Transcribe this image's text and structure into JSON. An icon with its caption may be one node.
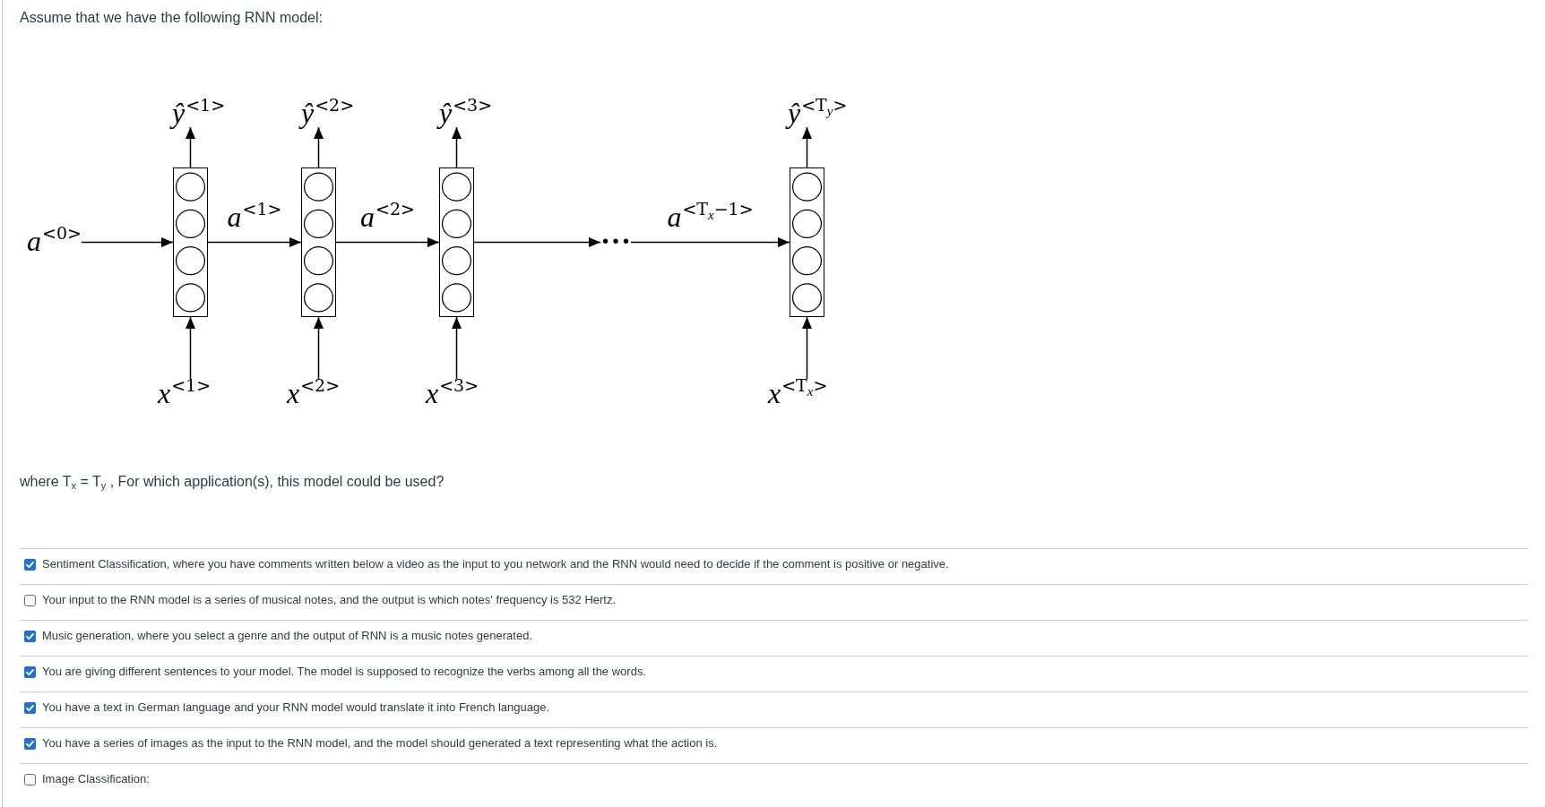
{
  "diagram": {
    "nodes": [
      {
        "text": [
          "ŷ$^{<1>}$"
        ]
      },
      {
        "text": [
          "ŷ$^{<2>}$"
        ]
      },
      {
        "text": [
          "ŷ$^{<3>}$"
        ]
      },
      {
        "text": [
          "ŷ$^{<T}$$_{y}$$^{>}$"
        ]
      },
      {
        "text": [
          "a$^{<0>}$"
        ]
      },
      {
        "text": [],
        "shape": "box"
      },
      {
        "text": [],
        "shape": "box"
      },
      {
        "text": [],
        "shape": "box"
      },
      {
        "text": [
          "…"
        ]
      },
      {
        "text": [],
        "shape": "box"
      },
      {
        "text": [
          "x$^{<1>}$"
        ]
      },
      {
        "text": [
          "x$^{<2>}$"
        ]
      },
      {
        "text": [
          "x$^{<3>}$"
        ]
      },
      {
        "text": [
          "x$^{<T}$$_{x}$$^{>}$"
        ]
      }
    ],
    "edges": [
      {
        "from": 4,
        "to": 5,
        "arrow": "to"
      },
      {
        "from": 5,
        "to": 6,
        "arrow": "to",
        "label": "a$^{<1>}$"
      },
      {
        "from": 6,
        "to": 7,
        "arrow": "to",
        "label": "a$^{<2>}$"
      },
      {
        "from": 7,
        "to": 8,
        "arrow": "to"
      },
      {
        "from": 8,
        "to": 9,
        "arrow": "to",
        "label": "a$^{<T}$$_{x}$$^{−1>}$"
      },
      {
        "from": 5,
        "to": 0,
        "arrow": "to"
      },
      {
        "from": 6,
        "to": 1,
        "arrow": "to"
      },
      {
        "from": 7,
        "to": 2,
        "arrow": "to"
      },
      {
        "from": 9,
        "to": 3,
        "arrow": "to"
      },
      {
        "from": 10,
        "to": 5,
        "arrow": "to"
      },
      {
        "from": 11,
        "to": 6,
        "arrow": "to"
      },
      {
        "from": 12,
        "to": 7,
        "arrow": "to"
      },
      {
        "from": 13,
        "to": 9,
        "arrow": "to"
      }
    ],
    "labels": [
      "Assume that we have the following RNN model:",
      "where T$_{x}$ = T$_{y}$ , For which application(s), this model could be used?",
      "Sentiment Classification, where you have comments written below a video as the input to you network and the RNN would need to decide if the comment is positive or negative.",
      "Your input to the RNN model is a series of musical notes, and the output is which notes' frequency is 532 Hertz.",
      "Music generation, where you select a genre and the output of RNN is a music notes generated.",
      "You are giving different sentences to your model. The model is supposed to recognize the verbs among all the words.",
      "You have a text in German language and your RNN model would translate it into French language.",
      "You have a series of images as the input to the RNN model, and the model should generated a text representing what the action is.",
      "Image Classification:"
    ]
  }
}
